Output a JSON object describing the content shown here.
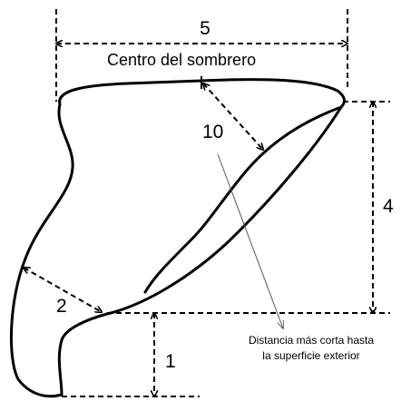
{
  "labels": {
    "dim_width": "5",
    "center_label": "Centro del sombrero",
    "dim_inner_distance": "10",
    "dim_height": "4",
    "dim_lower_left": "2",
    "dim_base": "1",
    "note_line1": "Distancia más corta hasta",
    "note_line2": "la superficie exterior"
  },
  "colors": {
    "stroke": "#000000",
    "leader": "#555555",
    "background": "#ffffff"
  }
}
